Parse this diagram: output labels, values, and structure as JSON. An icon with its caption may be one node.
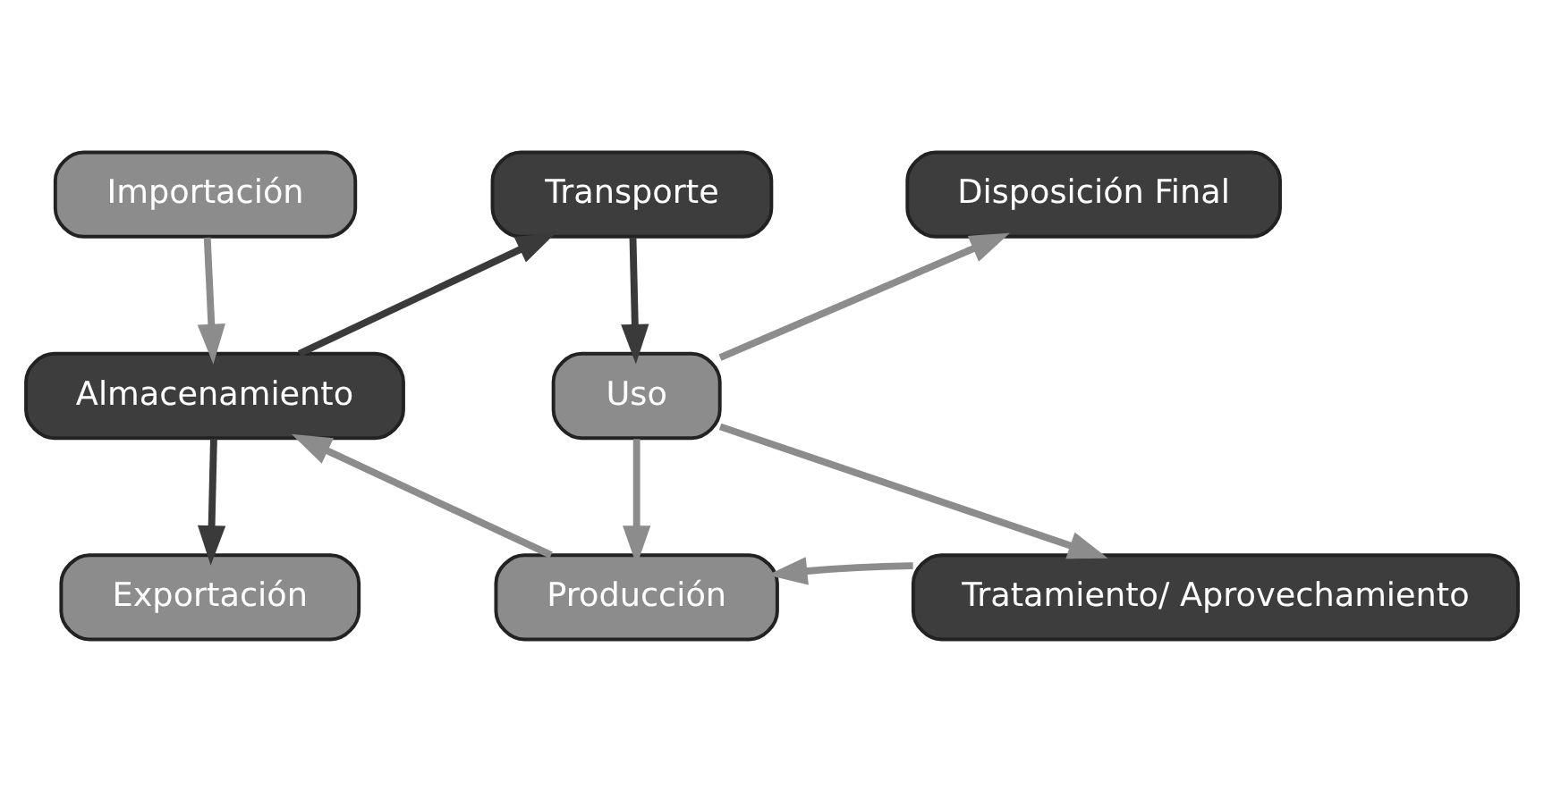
{
  "diagram": {
    "nodes": [
      {
        "text": [
          "Importación"
        ]
      },
      {
        "text": [
          "Transporte"
        ]
      },
      {
        "text": [
          "Disposición Final"
        ]
      },
      {
        "text": [
          "Almacenamiento"
        ]
      },
      {
        "text": [
          "Uso"
        ]
      },
      {
        "text": [
          "Exportación"
        ]
      },
      {
        "text": [
          "Tratamiento/ Aprovechamiento"
        ]
      },
      {
        "text": [
          "Producción"
        ]
      }
    ],
    "edges": [
      {
        "from": 0,
        "to": 3,
        "arrow": "to"
      },
      {
        "from": 3,
        "to": 1,
        "arrow": "to",
        "color": "#3a3a3a"
      },
      {
        "from": 1,
        "to": 4,
        "arrow": "to",
        "color": "#3a3a3a"
      },
      {
        "from": 4,
        "to": 2,
        "arrow": "to"
      },
      {
        "from": 4,
        "to": 6,
        "arrow": "to"
      },
      {
        "from": 4,
        "to": 7,
        "arrow": "to"
      },
      {
        "from": 6,
        "to": 7,
        "arrow": "to"
      },
      {
        "from": 7,
        "to": 3,
        "arrow": "to"
      },
      {
        "from": 3,
        "to": 5,
        "arrow": "to",
        "color": "#3a3a3a"
      }
    ]
  }
}
